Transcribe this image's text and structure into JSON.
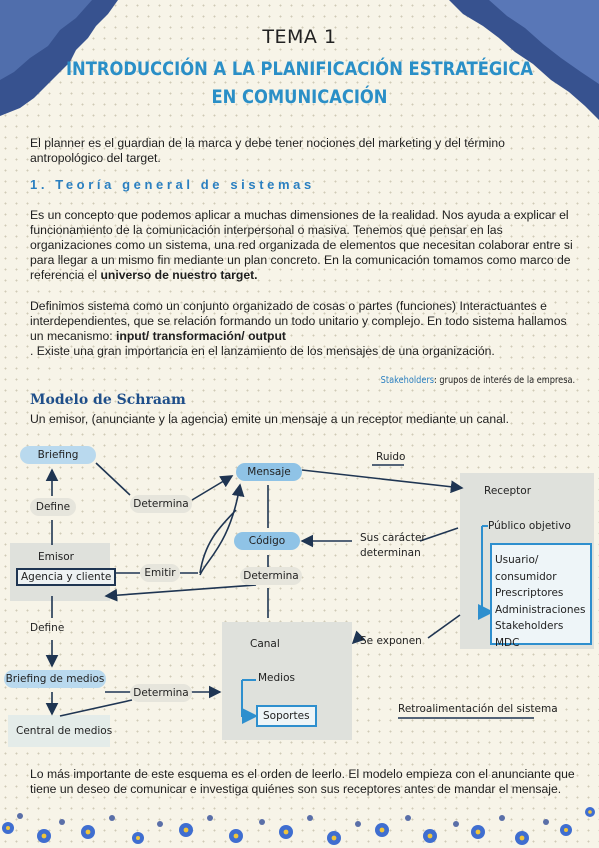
{
  "header": {
    "tema": "TEMA 1",
    "title_line1": "INTRODUCCIÓN A LA PLANIFICACIÓN ESTRATÉGICA",
    "title_line2": "EN COMUNICACIÓN"
  },
  "intro": "El planner es el guardian de la marca y debe tener nociones del marketing y del término antropológico del target.",
  "section1": {
    "heading": "1. Teoría general de sistemas",
    "para1_text": "Es un concepto que podemos aplicar a muchas dimensiones de la realidad. Nos ayuda a explicar el funcionamiento de la comunicación interpersonal o masiva. Tenemos que pensar en las organizaciones como un sistema, una red organizada de elementos que necesitan colaborar entre si para llegar a un mismo fin mediante un plan concreto. En la comunicación tomamos como marco  de referencia el ",
    "para1_bold": "universo de nuestro target.",
    "para2_text": "Definimos sistema como un conjunto organizado de cosas o partes (funciones) Interactuantes e interdependientes, que se relación formando un todo unitario y complejo. En todo sistema hallamos un mecanismo: ",
    "para2_bold": "input/ transformación/ output",
    "para2_end": ". Existe una gran importancia en el lanzamiento de los mensajes de una organización."
  },
  "stakeholders_note": {
    "key": "Stakeholders",
    "rest": ": grupos de interés de la empresa."
  },
  "modelo": {
    "heading": "Modelo de Schraam",
    "desc": "Un emisor, (anunciante y la agencia) emite un mensaje a un receptor mediante un canal."
  },
  "diagram": {
    "briefing": "Briefing",
    "define1": "Define",
    "emisor": "Emisor",
    "agencia": "Agencia y cliente",
    "define2": "Define",
    "briefing_medios": "Briefing de medios",
    "central_medios": "Central de medios",
    "determina1": "Determina",
    "emitir": "Emitir",
    "determina3": "Determina",
    "mensaje": "Mensaje",
    "codigo": "Código",
    "determina2": "Determina",
    "canal": "Canal",
    "medios": "Medios",
    "soportes": "Soportes",
    "ruido": "Ruido",
    "receptor": "Receptor",
    "publico": "Público objetivo",
    "sus_caracter": "Sus carácter",
    "determinan": "determinan",
    "se_exponen": "Se exponen",
    "retro": "Retroalimentación del sistema",
    "publico_items": [
      "Usuario/ consumidor",
      "Prescriptores",
      "Administraciones",
      "Stakeholders",
      "MDC"
    ]
  },
  "closing": "Lo más importante de este esquema es el orden de leerlo. El modelo empieza con el anunciante que tiene un deseo de comunicar e investiga quiénes son sus receptores antes de mandar el mensaje."
}
